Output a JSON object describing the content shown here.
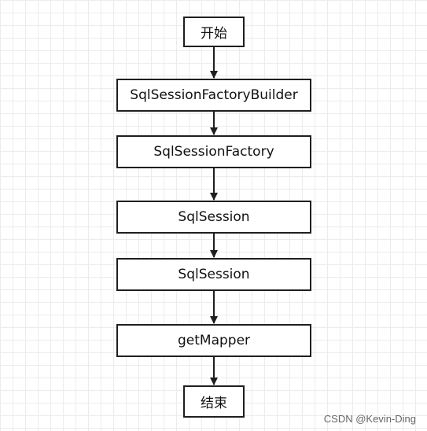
{
  "nodes": [
    {
      "id": "start",
      "label": "开始"
    },
    {
      "id": "builder",
      "label": "SqlSessionFactoryBuilder"
    },
    {
      "id": "factory",
      "label": "SqlSessionFactory"
    },
    {
      "id": "session1",
      "label": "SqlSession"
    },
    {
      "id": "session2",
      "label": "SqlSession"
    },
    {
      "id": "mapper",
      "label": "getMapper"
    },
    {
      "id": "end",
      "label": "结束"
    }
  ],
  "edges": [
    {
      "from": "start",
      "to": "builder"
    },
    {
      "from": "builder",
      "to": "factory"
    },
    {
      "from": "factory",
      "to": "session1"
    },
    {
      "from": "session1",
      "to": "session2"
    },
    {
      "from": "session2",
      "to": "mapper"
    },
    {
      "from": "mapper",
      "to": "end"
    }
  ],
  "watermark": "CSDN @Kevin-Ding",
  "colors": {
    "stroke": "#1f1f1f",
    "grid": "#ececec",
    "watermark": "#666666"
  }
}
